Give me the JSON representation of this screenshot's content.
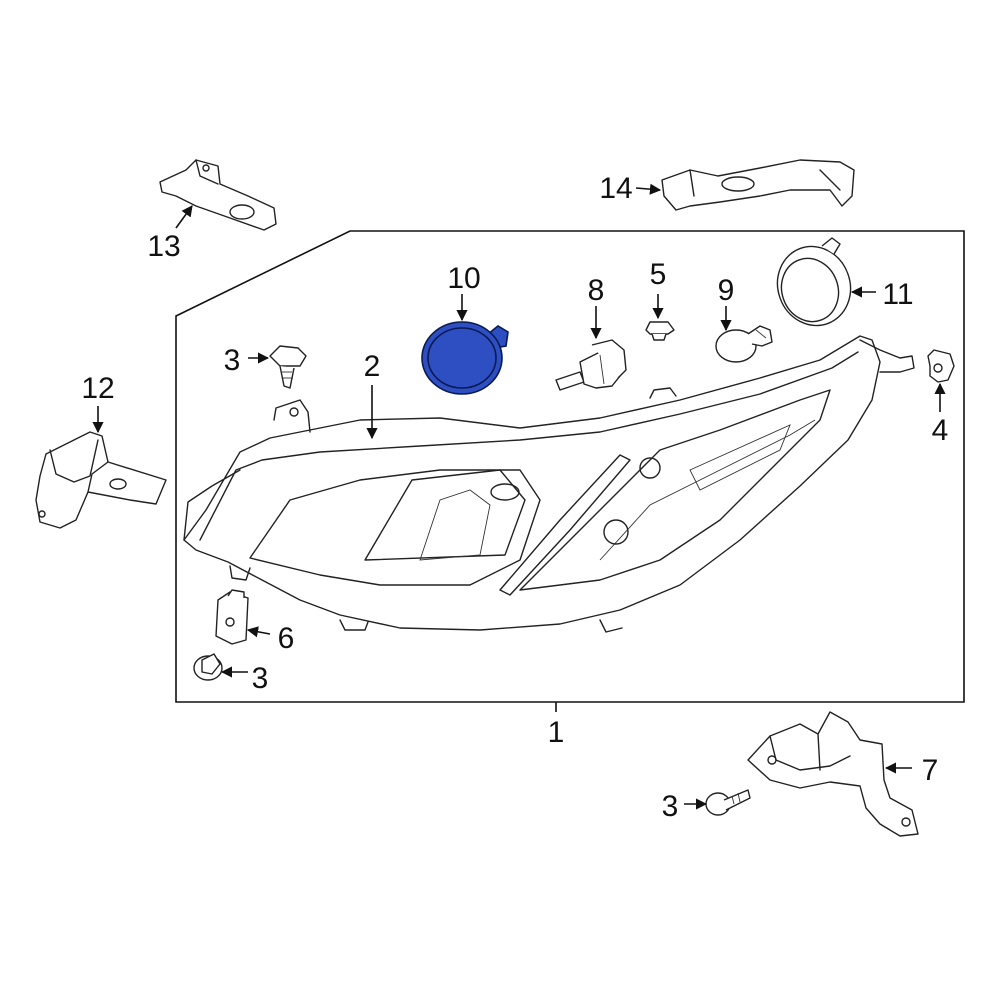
{
  "diagram": {
    "highlight_color": "#2d4fc2",
    "callouts": {
      "c1": "1",
      "c2": "2",
      "c3a": "3",
      "c3b": "3",
      "c3c": "3",
      "c4": "4",
      "c5": "5",
      "c6": "6",
      "c7": "7",
      "c8": "8",
      "c9": "9",
      "c10": "10",
      "c11": "11",
      "c12": "12",
      "c13": "13",
      "c14": "14"
    }
  }
}
